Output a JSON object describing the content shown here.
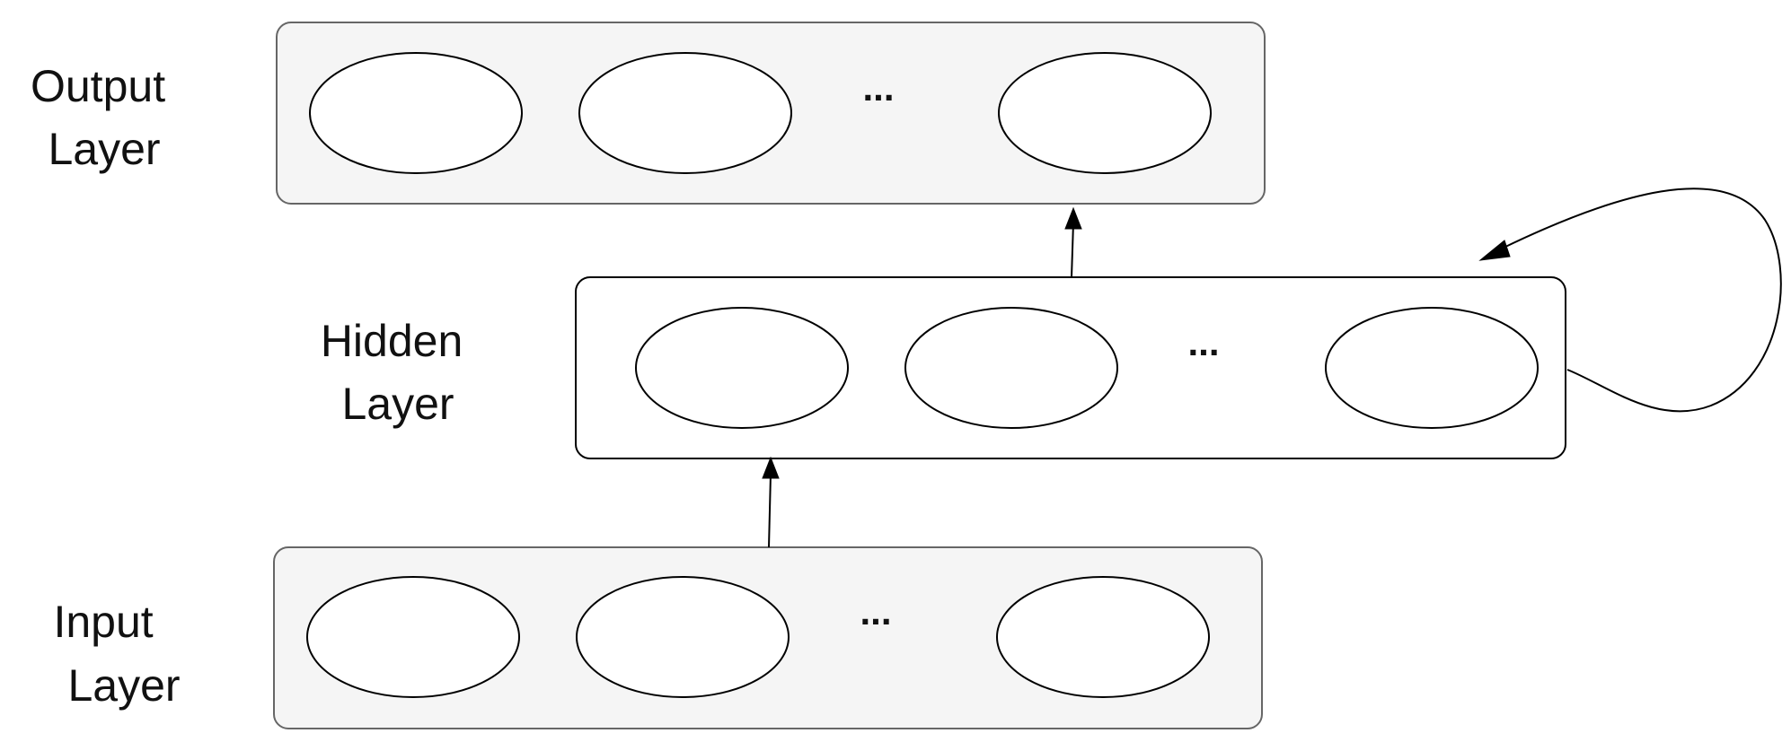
{
  "layers": {
    "output": {
      "label_line1": "Output",
      "label_line2": "Layer",
      "ellipsis": "..."
    },
    "hidden": {
      "label_line1": "Hidden",
      "label_line2": "Layer",
      "ellipsis": "..."
    },
    "input": {
      "label_line1": "Input",
      "label_line2": "Layer",
      "ellipsis": "..."
    }
  },
  "colors": {
    "shaded_fill": "#f5f5f5",
    "plain_fill": "#ffffff",
    "stroke": "#000000"
  }
}
